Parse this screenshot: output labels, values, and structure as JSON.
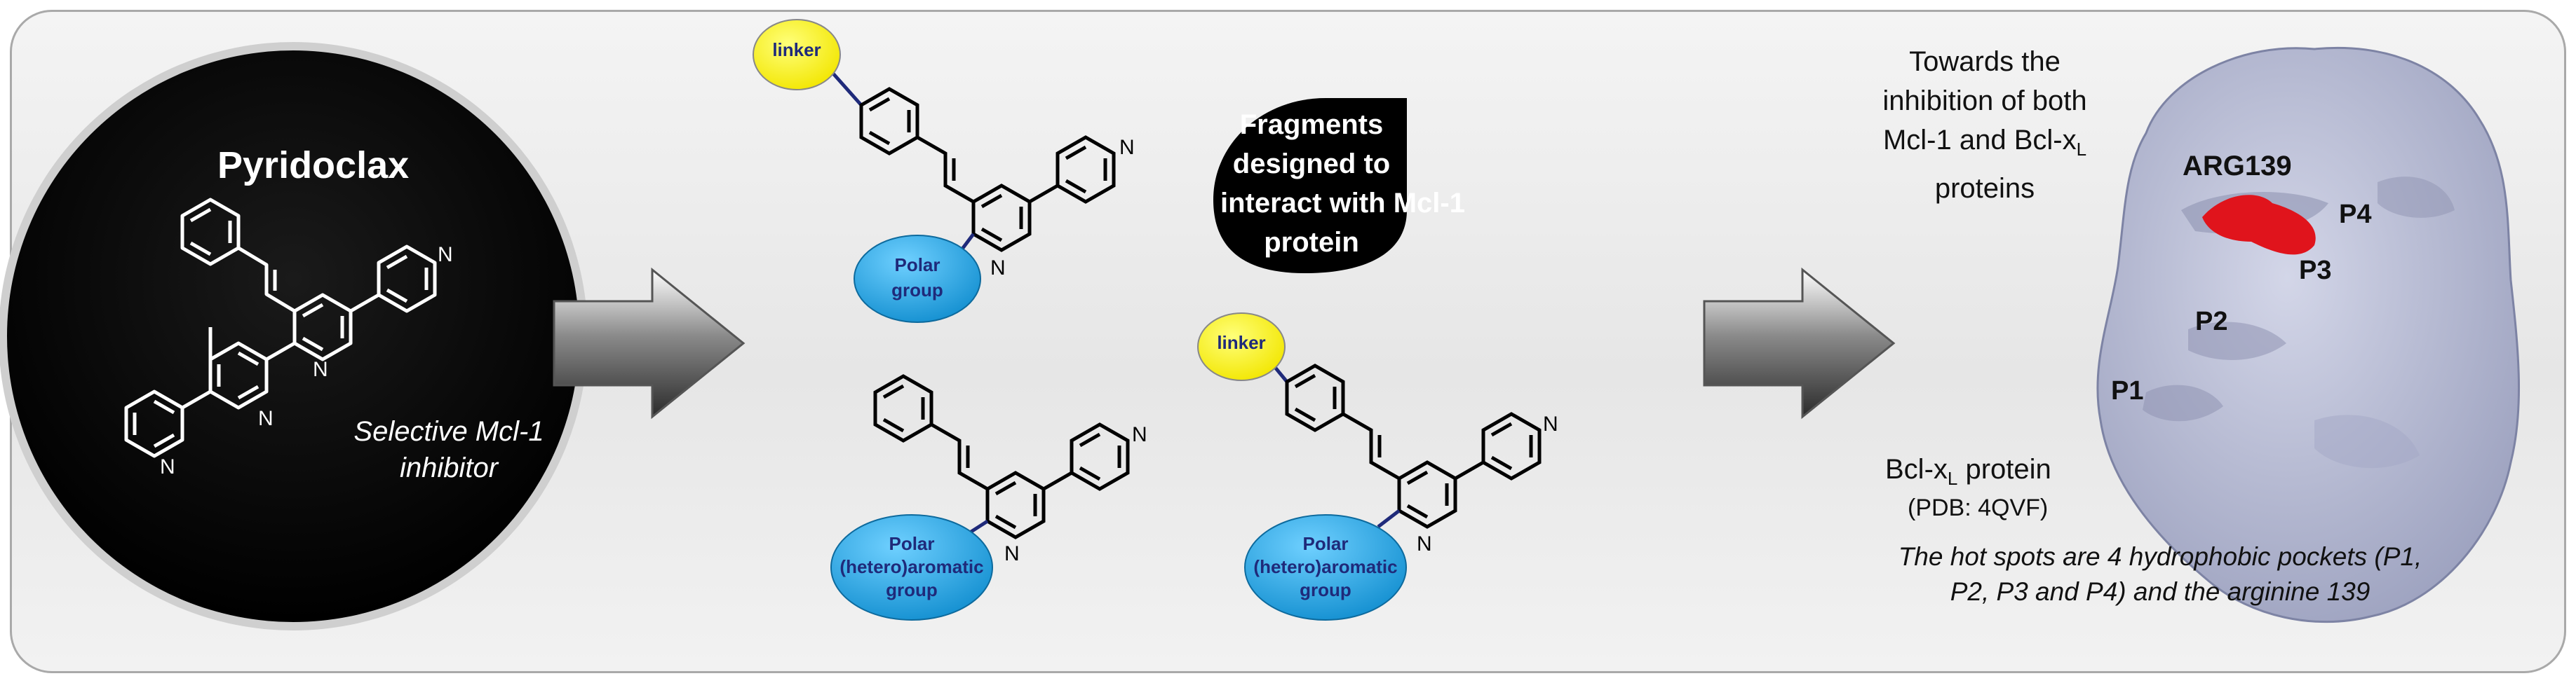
{
  "pyridoclax": {
    "title": "Pyridoclax",
    "caption_line1": "Selective Mcl-1",
    "caption_line2": "inhibitor"
  },
  "fragments_bubble": {
    "line1": "Fragments",
    "line2": "designed to",
    "line3": "interact with Mcl-1",
    "line4": "protein"
  },
  "structures": {
    "linker_label": "linker",
    "polar_group_line1": "Polar",
    "polar_group_line2": "group",
    "polar_het_line1": "Polar",
    "polar_het_line2": "(hetero)aromatic",
    "polar_het_line3": "group",
    "atom_n": "N"
  },
  "bcl": {
    "towards_line1": "Towards the",
    "towards_line2": "inhibition of both",
    "towards_line3a": "Mcl-1 and Bcl-x",
    "towards_sub": "L",
    "towards_line4": "proteins",
    "protein_label_a": "Bcl-x",
    "protein_label_sub": "L",
    "protein_label_b": " protein",
    "pdb": "(PDB: 4QVF)",
    "hotspots_line1": "The hot spots are 4 hydrophobic pockets (P1,",
    "hotspots_line2": "P2, P3 and P4) and the arginine 139",
    "residue": "ARG139",
    "p1": "P1",
    "p2": "P2",
    "p3": "P3",
    "p4": "P4"
  },
  "colors": {
    "black_disc": "#000000",
    "linker_yellow": "#ffff00",
    "polar_blue": "#1aa7e6",
    "label_navy": "#1f2a7a",
    "protein_surface": "#bcc0d6",
    "hotspot_red": "#e0141c"
  }
}
